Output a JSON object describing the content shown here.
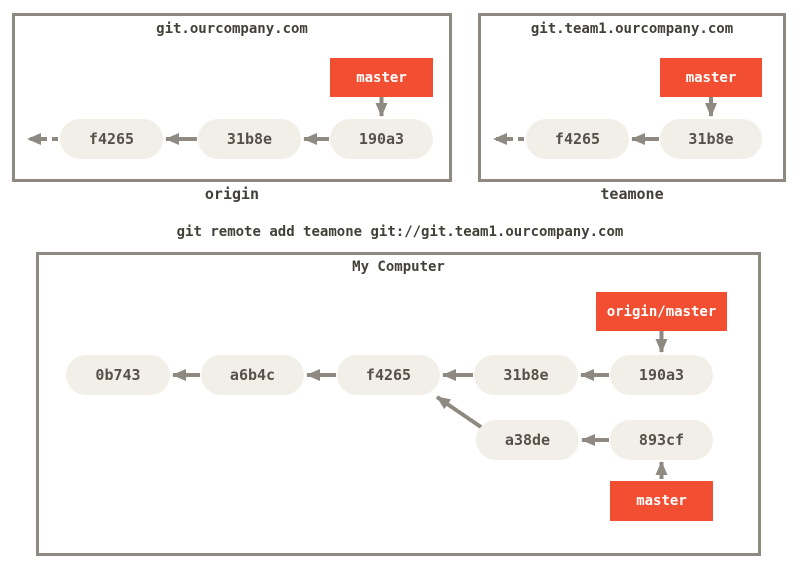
{
  "command_text": "git remote add teamone git://git.team1.ourcompany.com",
  "colors": {
    "branch_red": "#f14e32",
    "node_fill": "#f1efe8",
    "line_gray": "#8f8a81",
    "text_dark": "#43403a",
    "node_text": "#57514a"
  },
  "origin_repo": {
    "title": "git.ourcompany.com",
    "name": "origin",
    "branch_label": "master",
    "commits": [
      "f4265",
      "31b8e",
      "190a3"
    ]
  },
  "teamone_repo": {
    "title": "git.team1.ourcompany.com",
    "name": "teamone",
    "branch_label": "master",
    "commits": [
      "f4265",
      "31b8e"
    ]
  },
  "local_repo": {
    "title": "My Computer",
    "remote_branch_label": "origin/master",
    "branch_label": "master",
    "master_commits": [
      "0b743",
      "a6b4c",
      "f4265",
      "31b8e",
      "190a3"
    ],
    "topic_commits": [
      "a38de",
      "893cf"
    ]
  }
}
